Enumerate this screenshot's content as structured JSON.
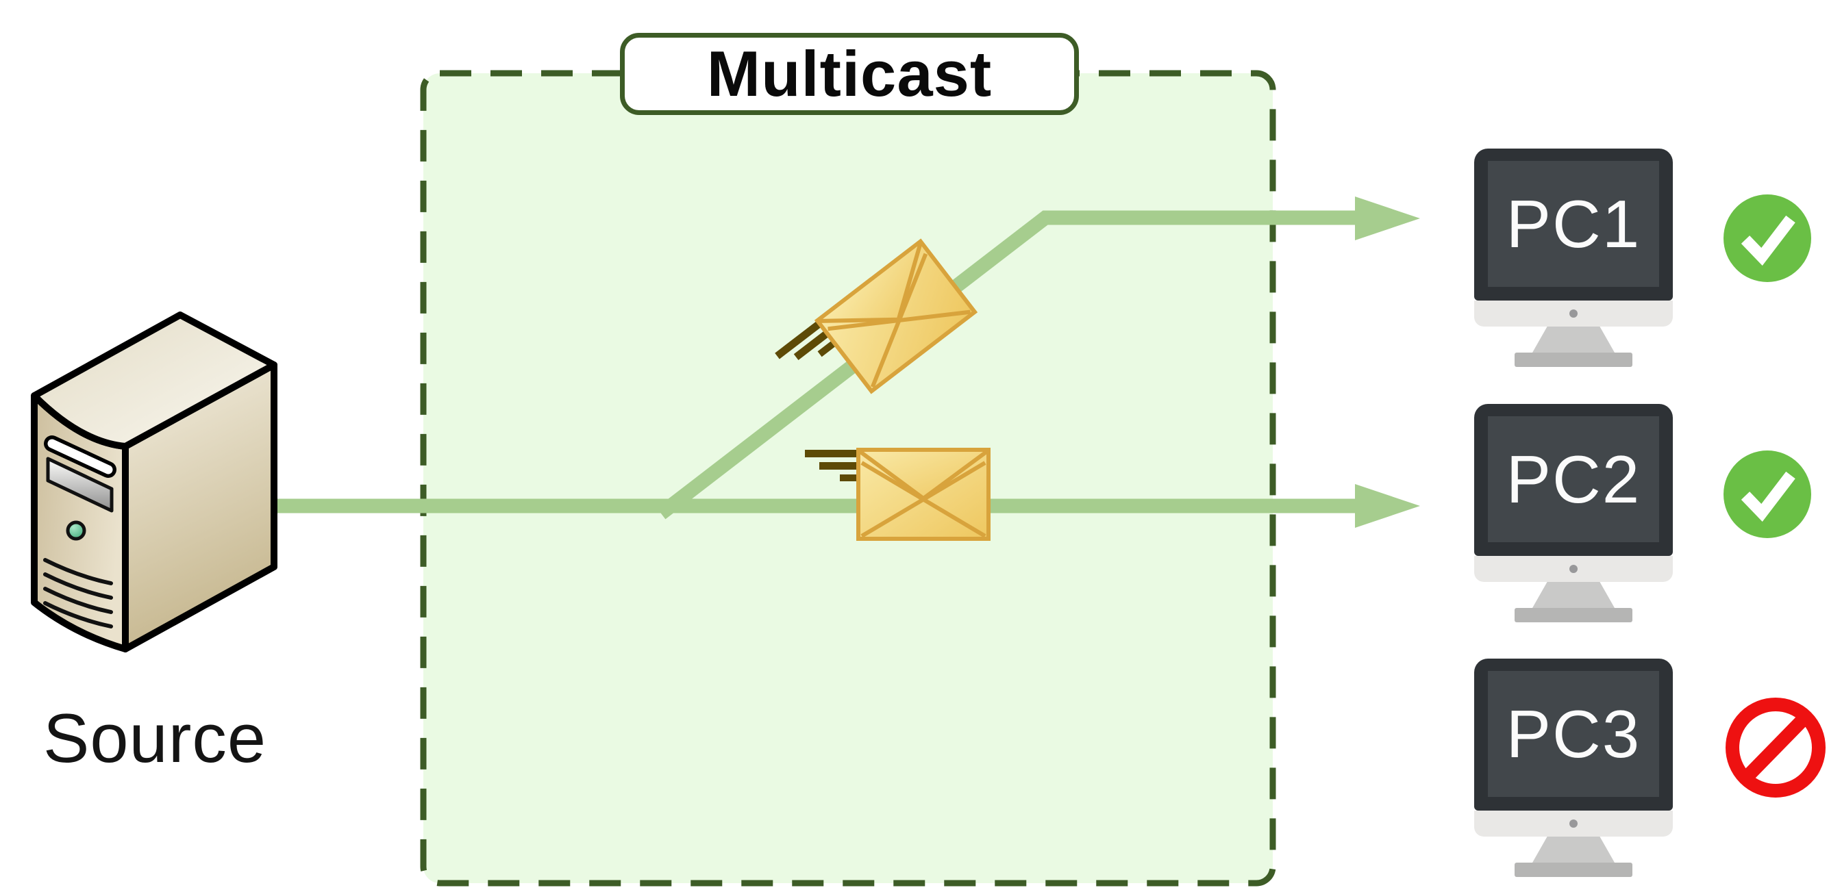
{
  "diagram": {
    "title": "Multicast",
    "source": {
      "label": "Source",
      "icon": "server-tower-icon"
    },
    "flow": {
      "type": "multicast",
      "packet_icon": "envelope-icon",
      "packet_count": 2,
      "branches": [
        {
          "to": "PC1",
          "delivered": true
        },
        {
          "to": "PC2",
          "delivered": true
        }
      ]
    },
    "receivers": [
      {
        "label": "PC1",
        "status": "delivered",
        "status_icon": "check-icon"
      },
      {
        "label": "PC2",
        "status": "delivered",
        "status_icon": "check-icon"
      },
      {
        "label": "PC3",
        "status": "excluded",
        "status_icon": "prohibited-icon"
      }
    ],
    "colors": {
      "zone_fill": "#eafae3",
      "zone_border": "#3d5c26",
      "arrow_green": "#a6cd8e",
      "check_green": "#6abf45",
      "prohibited_red": "#ee1111",
      "envelope_fill": "#f3d87e",
      "envelope_border": "#d8a33c",
      "speed_lines": "#5d4a06",
      "monitor_bezel": "#2e3236",
      "monitor_screen": "#42474b"
    }
  }
}
